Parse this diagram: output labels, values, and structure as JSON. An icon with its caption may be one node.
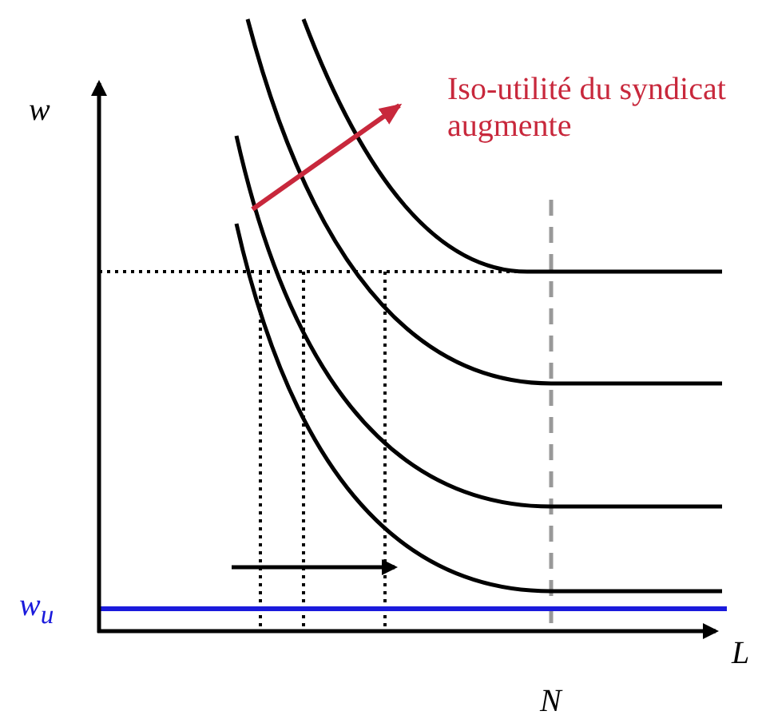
{
  "diagram": {
    "labels": [
      "w",
      "Iso-utilité du syndicat augmente",
      "w$_{u}$",
      "L",
      "N"
    ]
  }
}
